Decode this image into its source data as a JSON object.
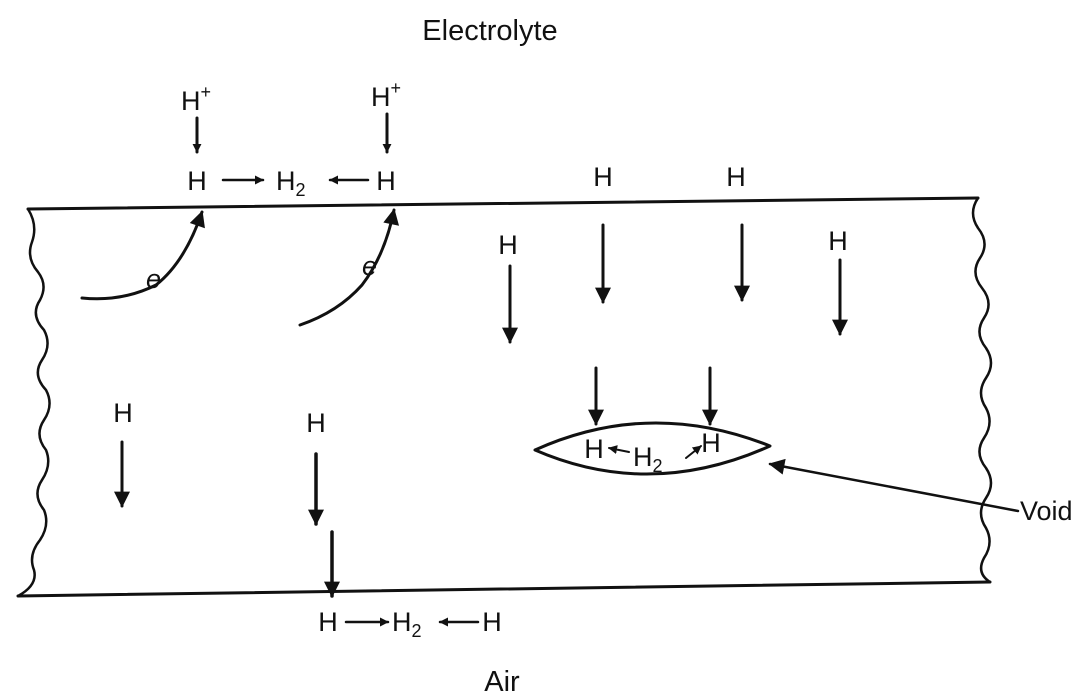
{
  "labels": {
    "top": "Electrolyte",
    "bottom": "Air",
    "void": "Void",
    "proton": "H",
    "proton_charge": "+",
    "hydrogen_atom": "H",
    "hydrogen_molecule": "H",
    "molecule_subscript": "2",
    "electron": "e"
  }
}
